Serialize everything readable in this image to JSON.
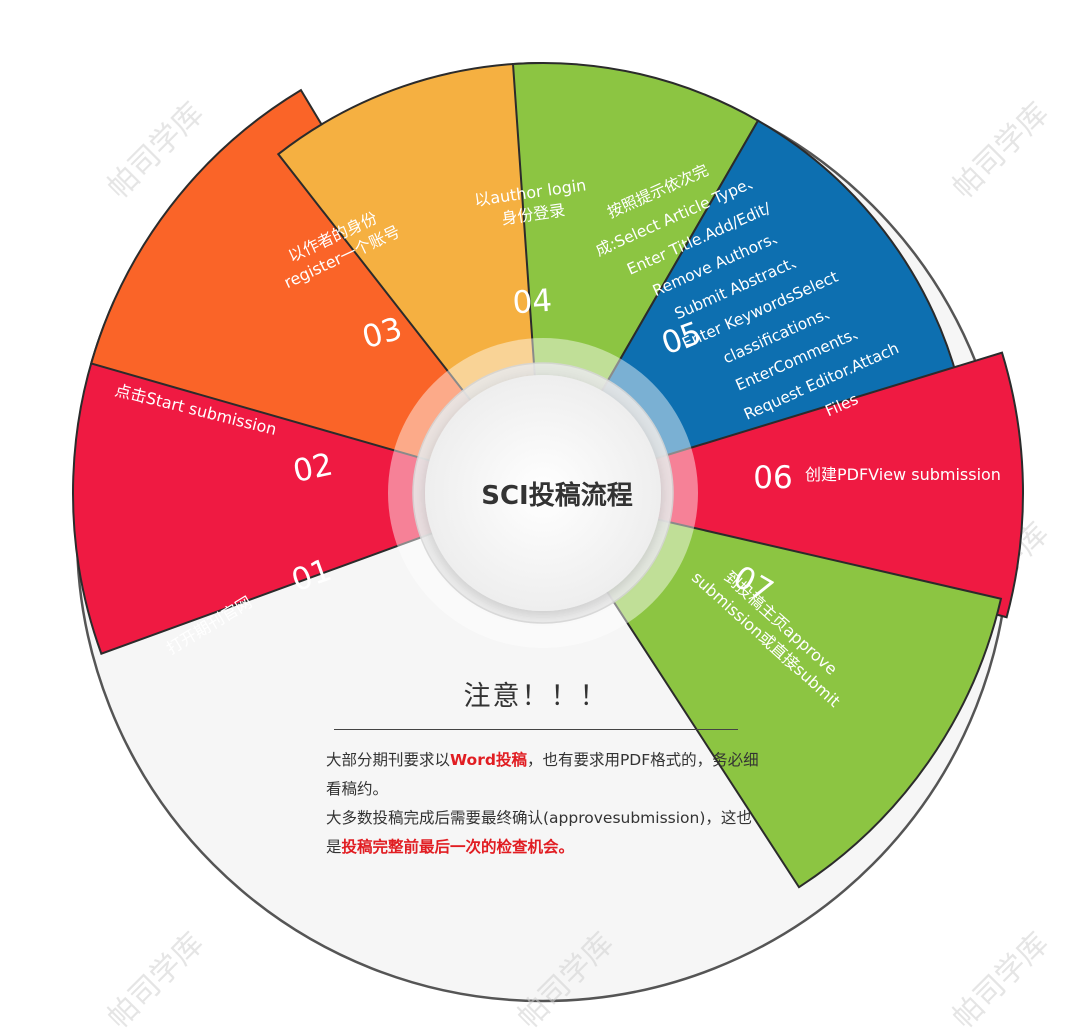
{
  "center": {
    "title": "SCI投稿流程"
  },
  "steps": [
    {
      "num": "01",
      "lines": [
        "打开期刊官网"
      ],
      "color": "#ef1a42"
    },
    {
      "num": "02",
      "lines": [
        "点击Start submission"
      ],
      "color": "#fa6428"
    },
    {
      "num": "03",
      "lines": [
        "以作者的身份",
        "register一个账号"
      ],
      "color": "#f5b041"
    },
    {
      "num": "04",
      "lines": [
        "以author login",
        "身份登录"
      ],
      "color": "#8cc542"
    },
    {
      "num": "05",
      "lines": [
        "按照提示依次完",
        "成:Select Article Type、",
        "Enter Title.Add/Edit/",
        "Remove Authors、",
        "Submit Abstract、",
        "Enter KeywordsSelect",
        "classifications、",
        "EnterComments、",
        "Request Editor.Attach",
        "Files"
      ],
      "color": "#0d6fb0"
    },
    {
      "num": "06",
      "lines": [
        "创建PDFView submission"
      ],
      "color": "#ef1a42"
    },
    {
      "num": "07",
      "lines": [
        "到投稿主页approve",
        "submission或直接submit"
      ],
      "color": "#8cc542"
    }
  ],
  "note": {
    "title": "注意！！！",
    "p1_a": "大部分期刊要求以",
    "p1_b": "Word投稿",
    "p1_c": "，也有要求用PDF格式的，务必细看稿约。",
    "p2_a": "大多数投稿完成后需要最终确认(approvesubmission)，这也是",
    "p2_b": "投稿完整前最后一次的检查机会。"
  },
  "watermark": "帕司学库"
}
